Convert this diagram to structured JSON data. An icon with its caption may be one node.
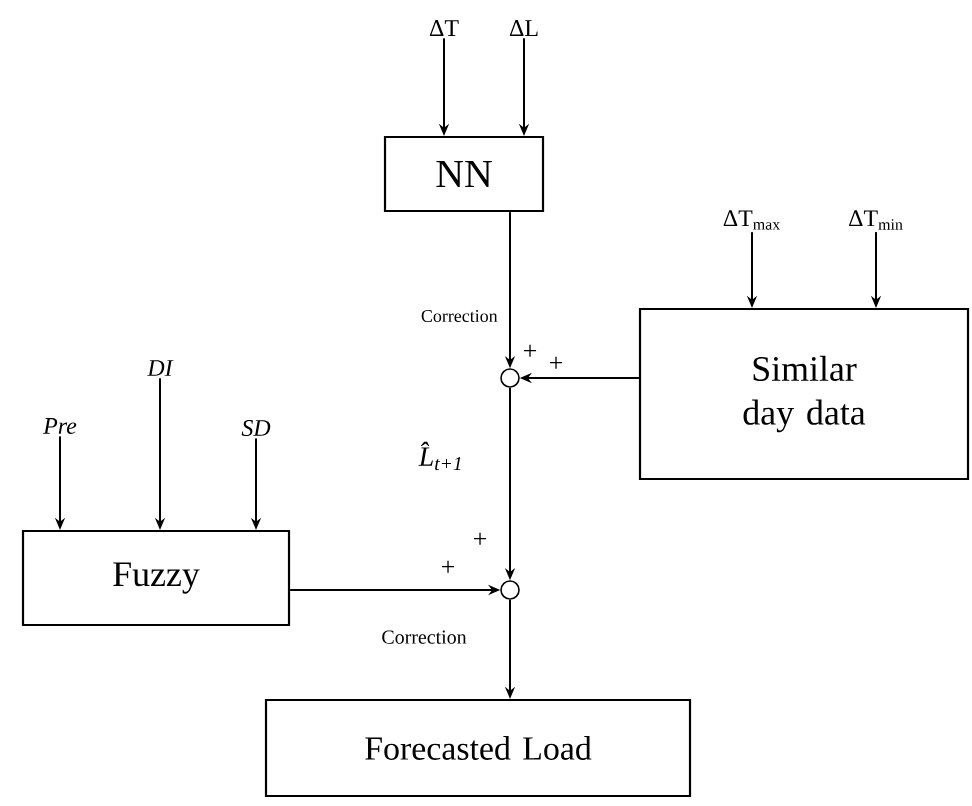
{
  "diagram": {
    "nodes": [
      {
        "text": [
          "NN"
        ]
      },
      {
        "text": [
          "Similar day data"
        ]
      },
      {
        "text": [
          "Fuzzy"
        ]
      },
      {
        "text": [
          "Forecasted Load"
        ]
      },
      {
        "text": [],
        "shape": "circle"
      },
      {
        "text": [],
        "shape": "circle"
      },
      {
        "text": [
          "ΔT"
        ]
      },
      {
        "text": [
          "ΔL"
        ]
      },
      {
        "text": [
          "ΔT$_{max}$"
        ]
      },
      {
        "text": [
          "ΔT$_{min}$"
        ]
      },
      {
        "text": [
          "Pre"
        ]
      },
      {
        "text": [
          "DI"
        ]
      },
      {
        "text": [
          "SD"
        ]
      }
    ],
    "edges": [
      {
        "from": 6,
        "to": 0,
        "arrow": "to"
      },
      {
        "from": 7,
        "to": 0,
        "arrow": "to"
      },
      {
        "from": 8,
        "to": 1,
        "arrow": "to"
      },
      {
        "from": 9,
        "to": 1,
        "arrow": "to"
      },
      {
        "from": 10,
        "to": 2,
        "arrow": "to"
      },
      {
        "from": 11,
        "to": 2,
        "arrow": "to"
      },
      {
        "from": 12,
        "to": 2,
        "arrow": "to"
      },
      {
        "from": 0,
        "to": 4,
        "arrow": "to",
        "label": "Correction"
      },
      {
        "from": 1,
        "to": 4,
        "arrow": "to"
      },
      {
        "from": 4,
        "to": 5,
        "arrow": "to",
        "label": "L̂$_{t+1}$"
      },
      {
        "from": 2,
        "to": 5,
        "arrow": "to",
        "label": "Correction"
      },
      {
        "from": 5,
        "to": 3,
        "arrow": "to"
      }
    ],
    "labels": [
      "+",
      "+",
      "+",
      "+"
    ]
  }
}
